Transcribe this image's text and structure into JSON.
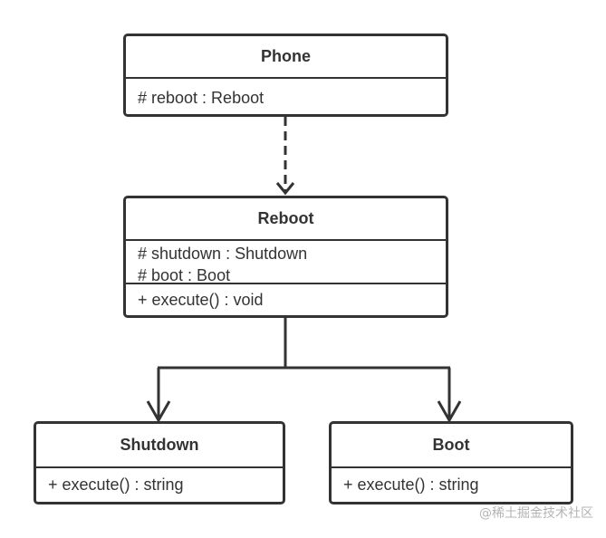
{
  "classes": {
    "phone": {
      "name": "Phone",
      "attributes": [
        "# reboot : Reboot"
      ]
    },
    "reboot": {
      "name": "Reboot",
      "attributes": [
        "# shutdown : Shutdown",
        "# boot : Boot"
      ],
      "operations": [
        "+ execute() : void"
      ]
    },
    "shutdown": {
      "name": "Shutdown",
      "operations": [
        "+ execute() : string"
      ]
    },
    "boot": {
      "name": "Boot",
      "operations": [
        "+ execute() : string"
      ]
    }
  },
  "relations": [
    {
      "from": "Phone",
      "to": "Reboot",
      "style": "dashed-arrow"
    },
    {
      "from": "Reboot",
      "to": "Shutdown",
      "style": "solid-arrow"
    },
    {
      "from": "Reboot",
      "to": "Boot",
      "style": "solid-arrow"
    }
  ],
  "watermark": "@稀土掘金技术社区",
  "colors": {
    "line": "#333333",
    "background": "#ffffff",
    "watermark": "#b4b4b4"
  }
}
